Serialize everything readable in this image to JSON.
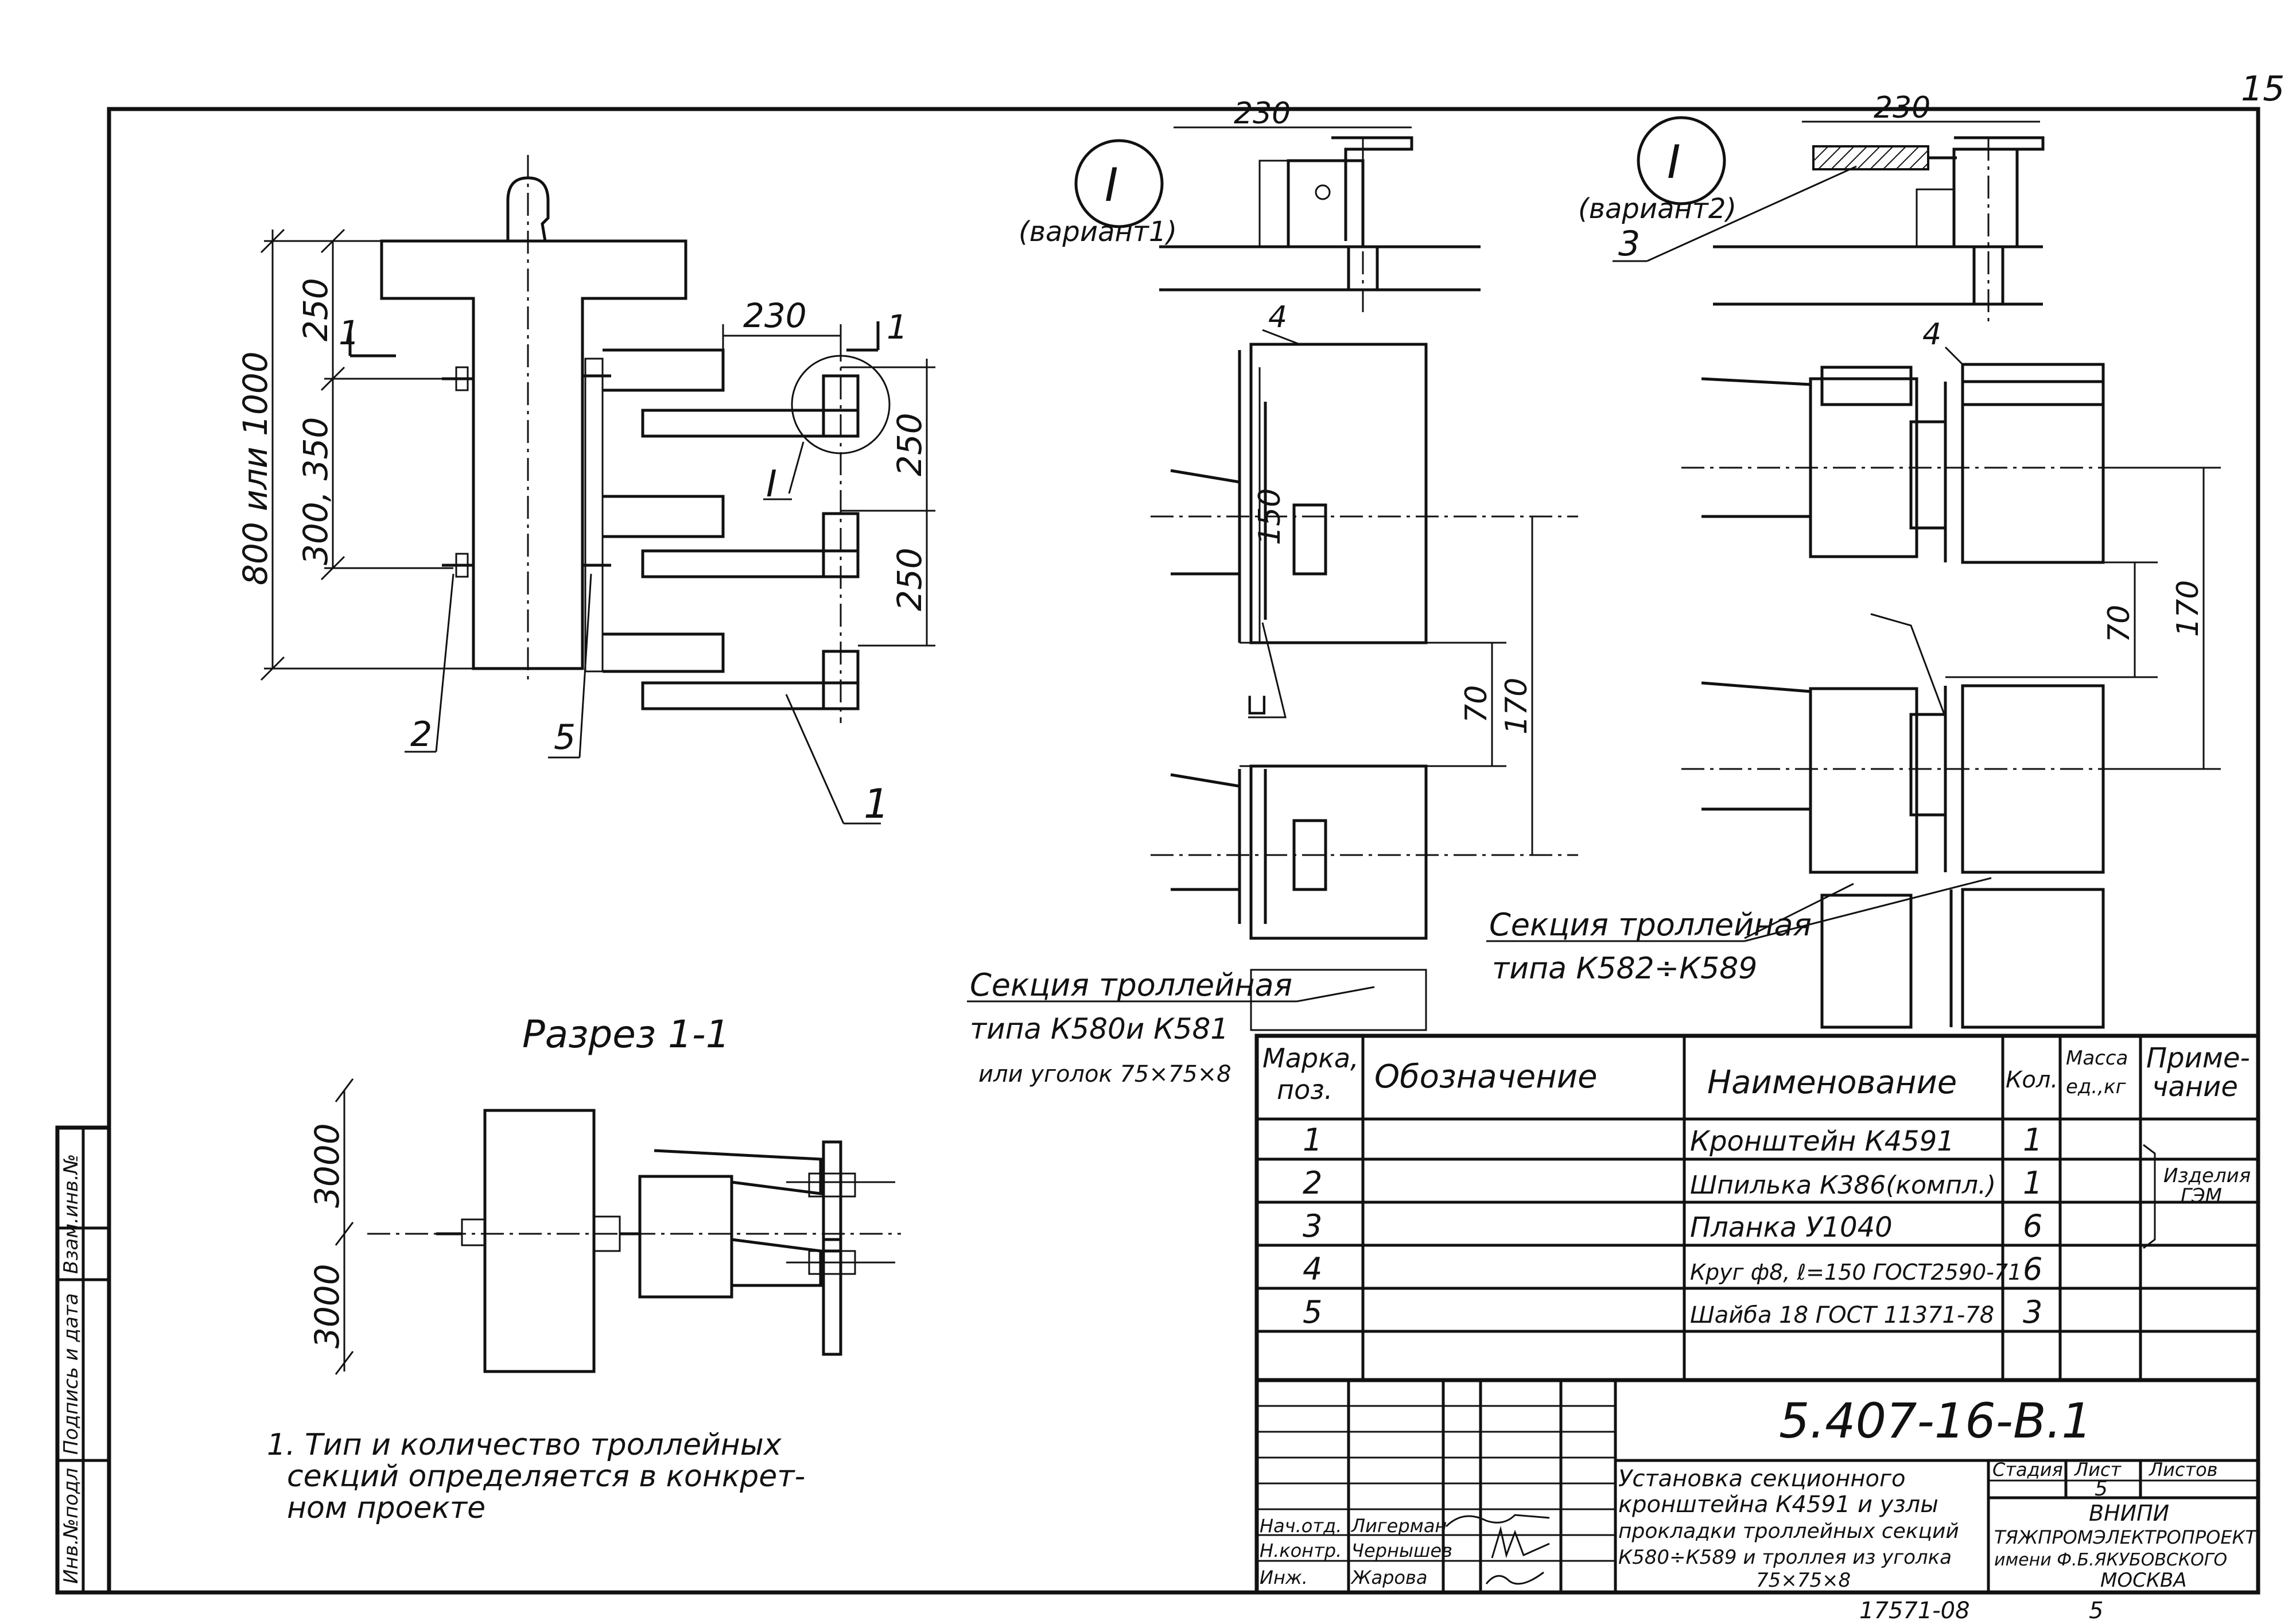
{
  "page_number": "15",
  "side_stamp": {
    "cells": [
      "Инв.№подл",
      "Подпись и дата",
      "Взам.инв.№"
    ]
  },
  "main_view": {
    "dims": {
      "height_total": "800 или 1000",
      "d250_top": "250",
      "d300_350": "300, 350",
      "d230": "230",
      "d250_right_a": "250",
      "d250_right_b": "250"
    },
    "section_mark_left": "1",
    "section_mark_right": "1",
    "callouts": {
      "c1": "1",
      "c2": "2",
      "c5": "5",
      "detail": "I"
    }
  },
  "detail_v1": {
    "mark": "I",
    "variant": "(вариант1)",
    "d230": "230",
    "callout_4": "4",
    "d150": "150",
    "d70": "70",
    "d170": "170",
    "label_line1": "Секция троллейная",
    "label_line2": "типа К580и К581",
    "label_line3": "или уголок 75×75×8"
  },
  "detail_v2": {
    "mark": "I",
    "variant": "(вариант2)",
    "d230": "230",
    "callout_3": "3",
    "callout_4": "4",
    "d70": "70",
    "d170": "170",
    "label_line1": "Секция троллейная",
    "label_line2": "типа К582÷К589"
  },
  "section": {
    "title": "Разрез 1-1",
    "d3000_top": "3000",
    "d3000_bottom": "3000"
  },
  "note": {
    "line1": "1. Тип и количество троллейных",
    "line2": "секций определяется в конкрет-",
    "line3": "ном проекте"
  },
  "spec_table": {
    "headers": {
      "mark_line1": "Марка,",
      "mark_line2": "поз.",
      "designation": "Обозначение",
      "name": "Наименование",
      "qty": "Кол.",
      "mass_line1": "Масса",
      "mass_line2": "ед.,кг",
      "remark_line1": "Приме-",
      "remark_line2": "чание"
    },
    "rows": [
      {
        "pos": "1",
        "name": "Кронштейн К4591",
        "qty": "1"
      },
      {
        "pos": "2",
        "name": "Шпилька К386(компл.)",
        "qty": "1"
      },
      {
        "pos": "3",
        "name": "Планка У1040",
        "qty": "6"
      },
      {
        "pos": "4",
        "name": "Круг ф8, ℓ=150 ГОСТ2590-71",
        "qty": "6"
      },
      {
        "pos": "5",
        "name": "Шайба 18 ГОСТ 11371-78",
        "qty": "3"
      }
    ],
    "remark_line1": "Изделия",
    "remark_line2": "ГЭМ"
  },
  "title_block": {
    "doc_code": "5.407-16-В.1",
    "title_line1": "Установка секционного",
    "title_line2": "кронштейна К4591 и узлы",
    "title_line3": "прокладки троллейных секций",
    "title_line4": "К580÷К589 и троллея из уголка",
    "title_line5": "75×75×8",
    "stage_label": "Стадия",
    "sheet_label": "Лист",
    "sheets_label": "Листов",
    "sheet_value": "5",
    "signers": [
      {
        "role": "Нач.отд.",
        "name": "Лигерман"
      },
      {
        "role": "Н.контр.",
        "name": "Чернышев"
      },
      {
        "role": "Инж.",
        "name": "Жарова"
      }
    ],
    "org_line1": "ВНИПИ",
    "org_line2": "ТЯЖПРОМЭЛЕКТРОПРОЕКТ",
    "org_line3": "имени Ф.Б.ЯКУБОВСКОГО",
    "org_line4": "МОСКВА"
  },
  "bottom_code": "17571-08",
  "bottom_sheet": "5"
}
